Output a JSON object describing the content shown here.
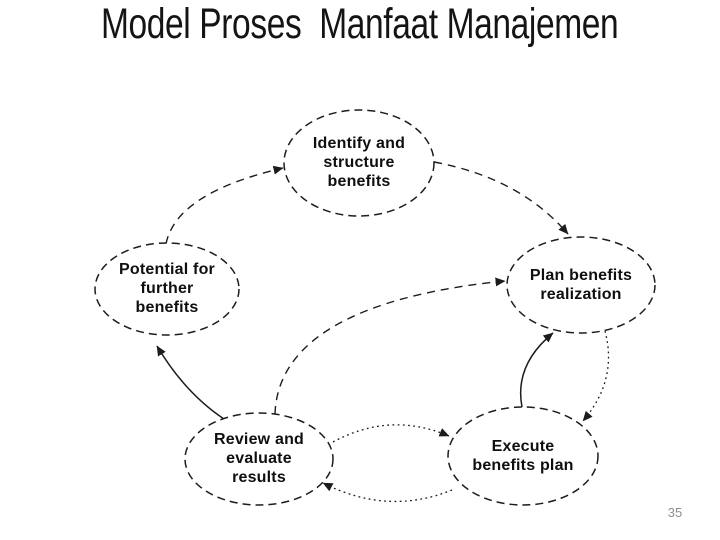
{
  "slide": {
    "title": "Model Proses  Manfaat Manajemen",
    "page_number": "35"
  },
  "diagram": {
    "type": "cycle-process-diagram",
    "nodes": [
      {
        "id": "identify",
        "label": "Identify and\nstructure\nbenefits",
        "shape": "dashed-ellipse"
      },
      {
        "id": "plan",
        "label": "Plan benefits\nrealization",
        "shape": "dashed-ellipse"
      },
      {
        "id": "execute",
        "label": "Execute\nbenefits plan",
        "shape": "dashed-ellipse"
      },
      {
        "id": "review",
        "label": "Review and\nevaluate\nresults",
        "shape": "dashed-ellipse"
      },
      {
        "id": "potential",
        "label": "Potential for\nfurther\nbenefits",
        "shape": "dashed-ellipse"
      }
    ],
    "edges": [
      {
        "from": "identify",
        "to": "plan",
        "style": "dashed"
      },
      {
        "from": "plan",
        "to": "execute",
        "style": "dotted"
      },
      {
        "from": "execute",
        "to": "plan",
        "style": "solid"
      },
      {
        "from": "review",
        "to": "execute",
        "style": "dotted"
      },
      {
        "from": "execute",
        "to": "review",
        "style": "dotted"
      },
      {
        "from": "review",
        "to": "plan",
        "style": "dashed"
      },
      {
        "from": "review",
        "to": "potential",
        "style": "solid"
      },
      {
        "from": "potential",
        "to": "identify",
        "style": "dashed"
      }
    ],
    "colors": {
      "background": "#ffffff",
      "line": "#1c1c1c",
      "node_text": "#0f0f0f",
      "title_text": "#141414",
      "page_number": "#8c8c8c"
    }
  }
}
